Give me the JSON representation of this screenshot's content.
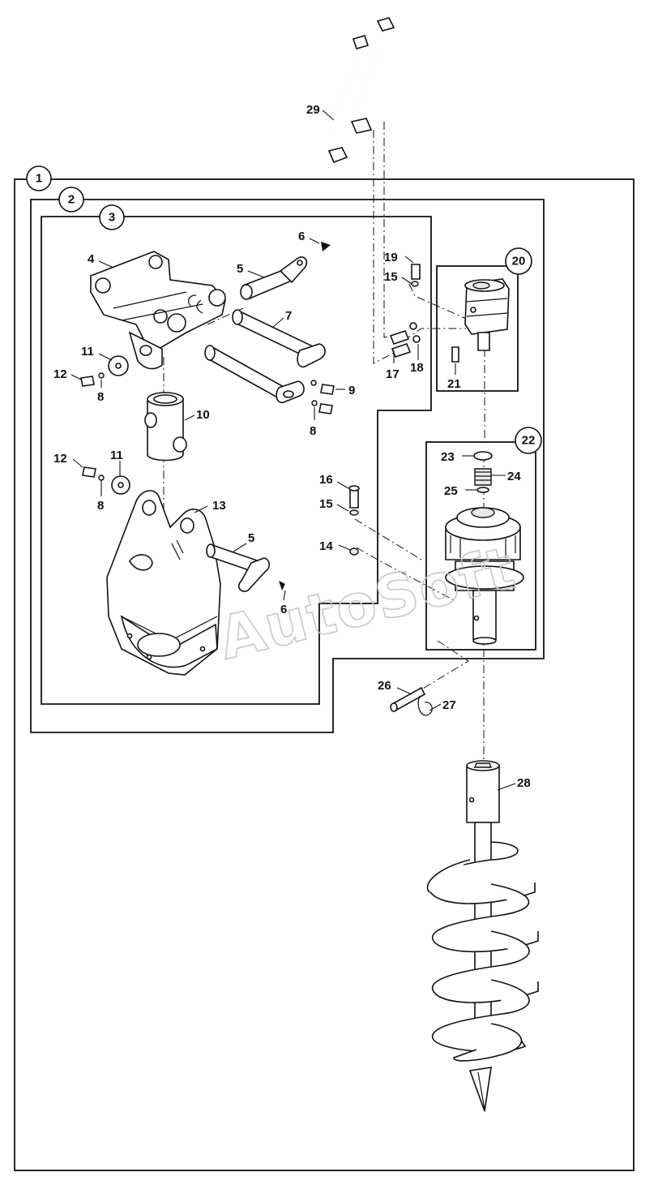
{
  "watermark": "AutoSoft",
  "assembly_labels": [
    {
      "id": "a1",
      "text": "1"
    },
    {
      "id": "a2",
      "text": "2"
    },
    {
      "id": "a3",
      "text": "3"
    },
    {
      "id": "a20",
      "text": "20"
    },
    {
      "id": "a22",
      "text": "22"
    }
  ],
  "callouts": [
    {
      "id": "c29",
      "text": "29"
    },
    {
      "id": "c6a",
      "text": "6"
    },
    {
      "id": "c4",
      "text": "4"
    },
    {
      "id": "c5a",
      "text": "5"
    },
    {
      "id": "c7",
      "text": "7"
    },
    {
      "id": "c11a",
      "text": "11"
    },
    {
      "id": "c12a",
      "text": "12"
    },
    {
      "id": "c8a",
      "text": "8"
    },
    {
      "id": "c9",
      "text": "9"
    },
    {
      "id": "c8b",
      "text": "8"
    },
    {
      "id": "c10",
      "text": "10"
    },
    {
      "id": "c12b",
      "text": "12"
    },
    {
      "id": "c11b",
      "text": "11"
    },
    {
      "id": "c8c",
      "text": "8"
    },
    {
      "id": "c13",
      "text": "13"
    },
    {
      "id": "c5b",
      "text": "5"
    },
    {
      "id": "c6b",
      "text": "6"
    },
    {
      "id": "c19",
      "text": "19"
    },
    {
      "id": "c15a",
      "text": "15"
    },
    {
      "id": "c17",
      "text": "17"
    },
    {
      "id": "c18",
      "text": "18"
    },
    {
      "id": "c21",
      "text": "21"
    },
    {
      "id": "c23",
      "text": "23"
    },
    {
      "id": "c24",
      "text": "24"
    },
    {
      "id": "c25",
      "text": "25"
    },
    {
      "id": "c16",
      "text": "16"
    },
    {
      "id": "c15b",
      "text": "15"
    },
    {
      "id": "c14",
      "text": "14"
    },
    {
      "id": "c26",
      "text": "26"
    },
    {
      "id": "c27",
      "text": "27"
    },
    {
      "id": "c28",
      "text": "28"
    }
  ]
}
